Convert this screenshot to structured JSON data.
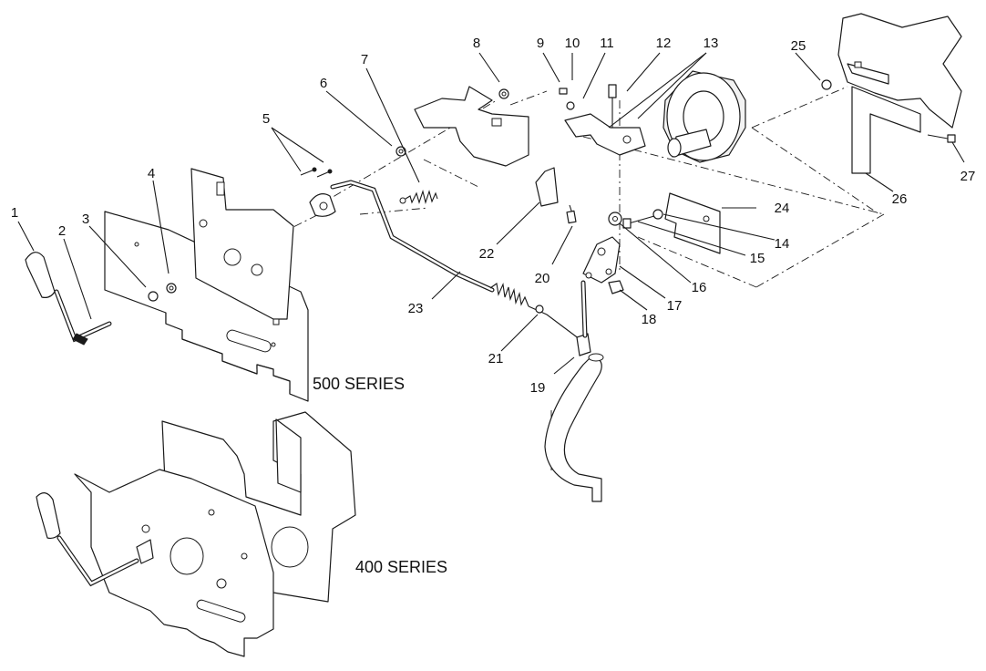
{
  "series_labels": {
    "top": "500 SERIES",
    "bottom": "400 SERIES"
  },
  "callouts": [
    "1",
    "2",
    "3",
    "4",
    "5",
    "6",
    "7",
    "8",
    "9",
    "10",
    "11",
    "12",
    "13",
    "14",
    "15",
    "16",
    "17",
    "18",
    "19",
    "20",
    "21",
    "22",
    "23",
    "24",
    "25",
    "26",
    "27"
  ]
}
